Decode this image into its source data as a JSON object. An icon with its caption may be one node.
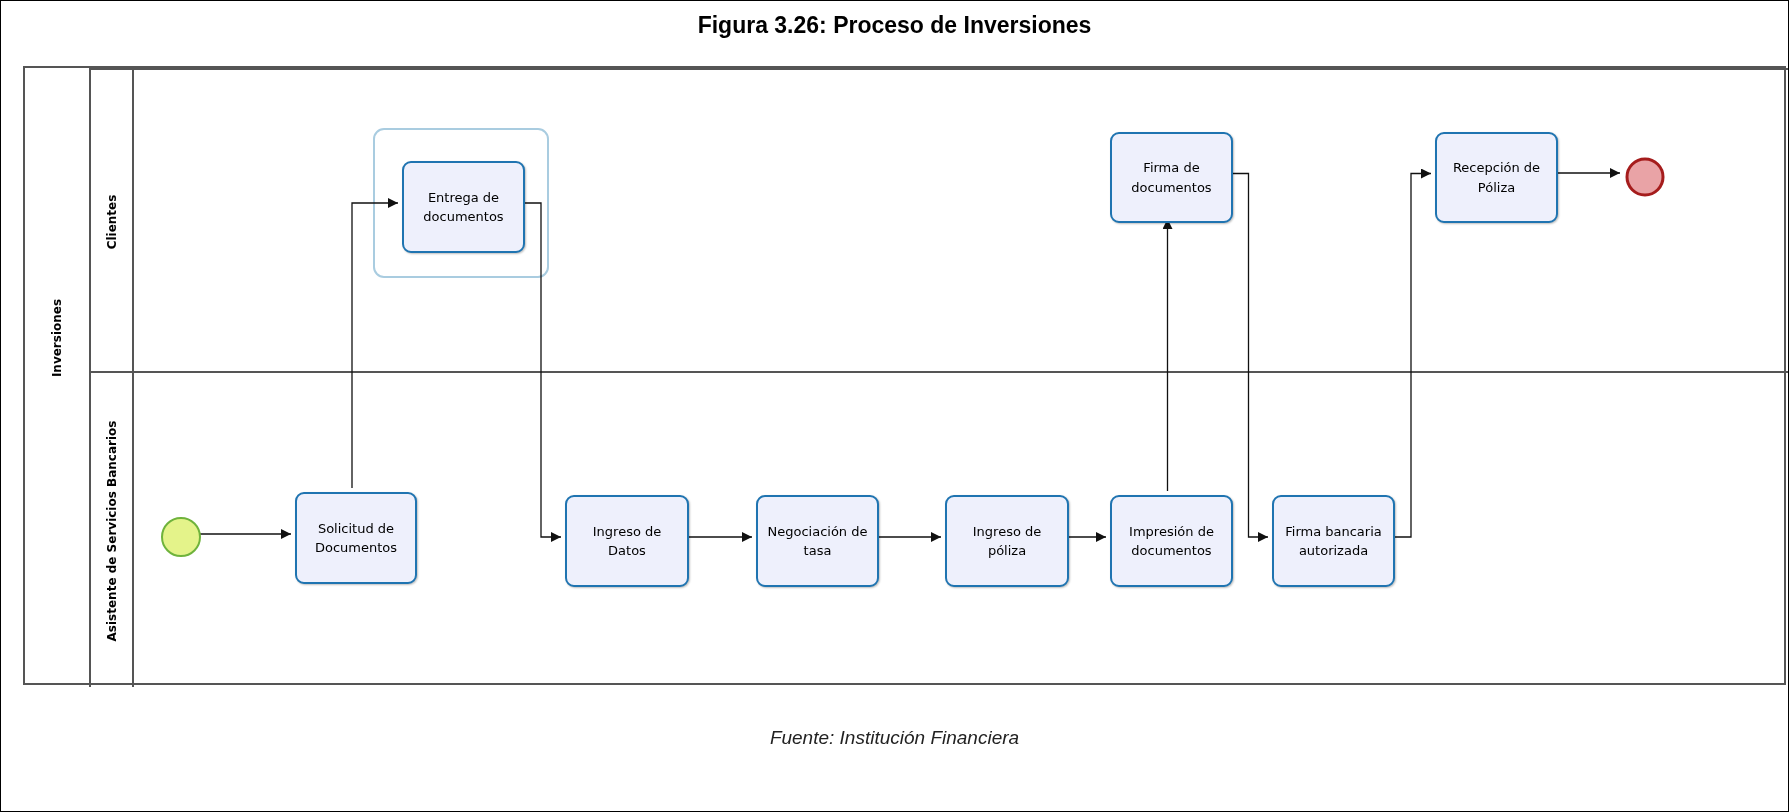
{
  "diagram": {
    "title": "Figura 3.26: Proceso de Inversiones",
    "caption": "Fuente: Institución Financiera",
    "nodes": [
      {
        "text": [
          "Inversiones"
        ]
      },
      {
        "text": [
          "Clientes"
        ],
        "in": 0
      },
      {
        "text": [
          "Asistente de Servicios Bancarios"
        ],
        "in": 0
      },
      {
        "text": [
          "Entrega de documentos"
        ],
        "in": 1
      },
      {
        "text": [
          "Firma de documentos"
        ],
        "in": 1
      },
      {
        "text": [
          "Recepción de Póliza"
        ],
        "in": 1
      },
      {
        "text": [],
        "shape": "circle",
        "in": 1
      },
      {
        "text": [],
        "shape": "circle",
        "in": 2
      },
      {
        "text": [
          "Solicitud de Documentos"
        ],
        "in": 2
      },
      {
        "text": [
          "Ingreso de Datos"
        ],
        "in": 2
      },
      {
        "text": [
          "Negociación de tasa"
        ],
        "in": 2
      },
      {
        "text": [
          "Ingreso de póliza"
        ],
        "in": 2
      },
      {
        "text": [
          "Impresión de documentos"
        ],
        "in": 2
      },
      {
        "text": [
          "Firma bancaria autorizada"
        ],
        "in": 2
      }
    ],
    "edges": [
      {
        "from": 7,
        "to": 8,
        "arrow": "to"
      },
      {
        "from": 8,
        "to": 3,
        "arrow": "to"
      },
      {
        "from": 3,
        "to": 9,
        "arrow": "to"
      },
      {
        "from": 9,
        "to": 10,
        "arrow": "to"
      },
      {
        "from": 10,
        "to": 11,
        "arrow": "to"
      },
      {
        "from": 11,
        "to": 12,
        "arrow": "to"
      },
      {
        "from": 12,
        "to": 4,
        "arrow": "to"
      },
      {
        "from": 4,
        "to": 13,
        "arrow": "to"
      },
      {
        "from": 13,
        "to": 5,
        "arrow": "to"
      },
      {
        "from": 5,
        "to": 6,
        "arrow": "to"
      }
    ]
  }
}
